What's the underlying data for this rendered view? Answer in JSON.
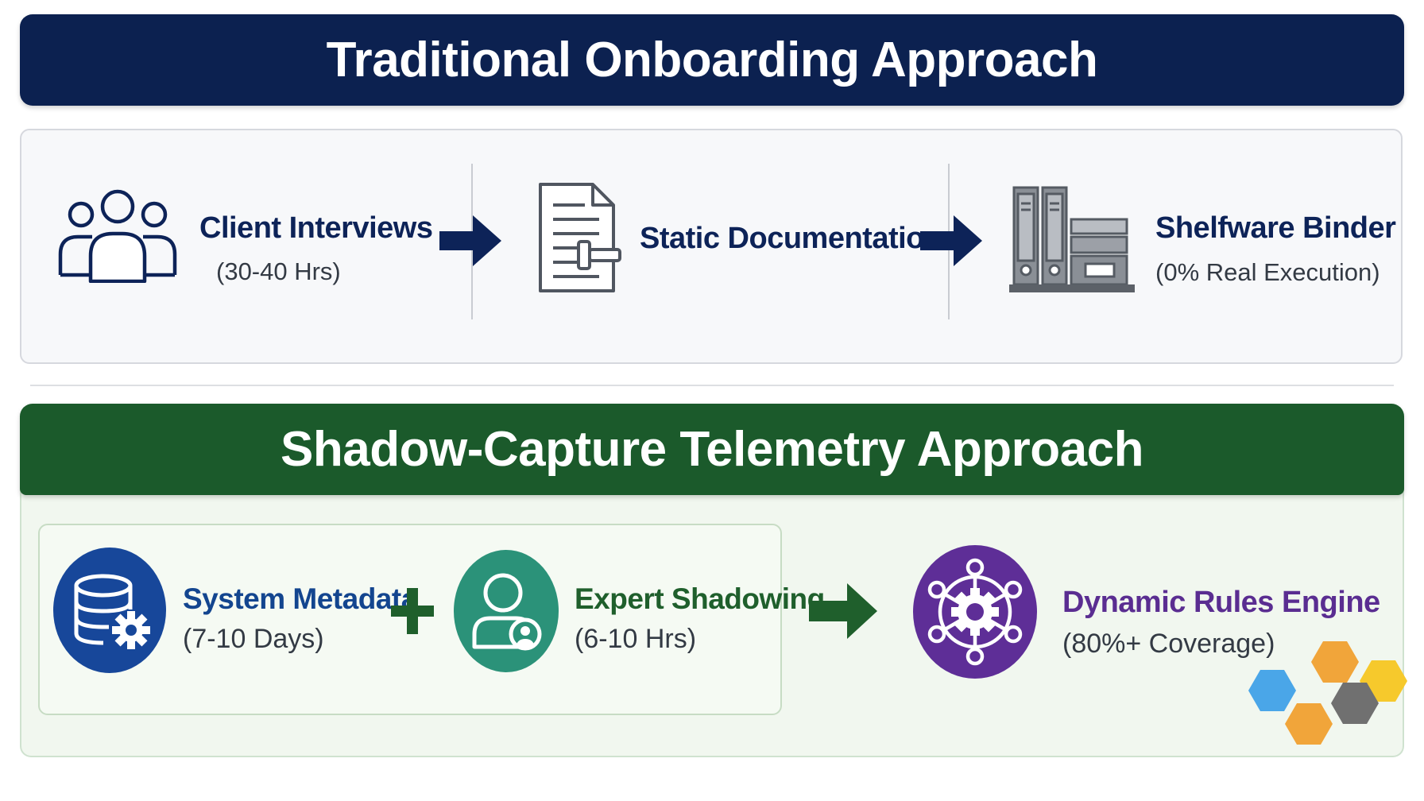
{
  "traditional": {
    "title": "Traditional Onboarding Approach",
    "steps": [
      {
        "title": "Client Interviews",
        "detail": "(30-40 Hrs)",
        "icon": "people-group-icon"
      },
      {
        "title": "Static Documentation",
        "detail": "",
        "icon": "document-icon"
      },
      {
        "title": "Shelfware Binder",
        "detail": "(0% Real Execution)",
        "icon": "binders-shelf-icon"
      }
    ],
    "accent": "#0c2150"
  },
  "shadow_capture": {
    "title": "Shadow-Capture Telemetry Approach",
    "inputs": [
      {
        "title": "System Metadata",
        "detail": "(7-10 Days)",
        "icon": "database-gear-icon",
        "color": "#17479a"
      },
      {
        "title": "Expert Shadowing",
        "detail": "(6-10 Hrs)",
        "icon": "person-icon",
        "color": "#2b9279"
      }
    ],
    "combine_symbol": "+",
    "result": {
      "title": "Dynamic Rules Engine",
      "detail": "(80%+ Coverage)",
      "icon": "network-gear-icon",
      "color": "#5e2e97"
    },
    "accent": "#1b5a2b"
  }
}
